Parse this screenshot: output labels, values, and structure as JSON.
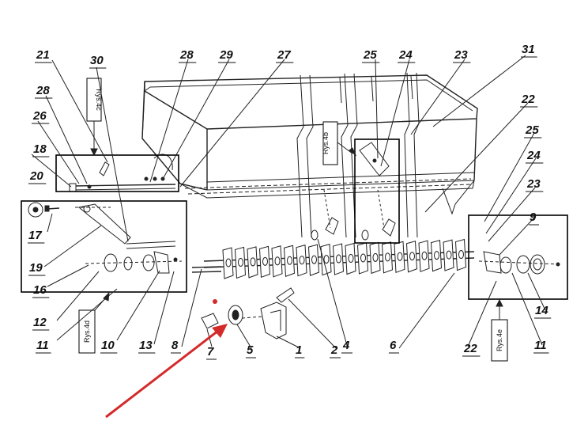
{
  "callouts": {
    "c1": "1",
    "c2": "2",
    "c4": "4",
    "c5": "5",
    "c6": "6",
    "c7": "7",
    "c8": "8",
    "c9": "9",
    "c10": "10",
    "c11_left": "11",
    "c11_right": "11",
    "c12": "12",
    "c13": "13",
    "c14": "14",
    "c16": "16",
    "c17": "17",
    "c18": "18",
    "c19": "19",
    "c20": "20",
    "c21": "21",
    "c22_top": "22",
    "c22_bottom": "22",
    "c23_top": "23",
    "c23_right": "23",
    "c24_top": "24",
    "c24_right": "24",
    "c25_top": "25",
    "c25_right": "25",
    "c26": "26",
    "c27": "27",
    "c28_top": "28",
    "c28_left": "28",
    "c29": "29",
    "c30": "30",
    "c31": "31"
  },
  "reference_boxes": {
    "rys_4c": "Rys.4c",
    "rys_4b": "Rys.4b",
    "rys_4d": "Rys.4d",
    "rys_4e": "Rys.4e"
  },
  "highlight": {
    "arrow_color": "#d42a2a",
    "marker_color": "#d42a2a",
    "target_part": "5"
  }
}
